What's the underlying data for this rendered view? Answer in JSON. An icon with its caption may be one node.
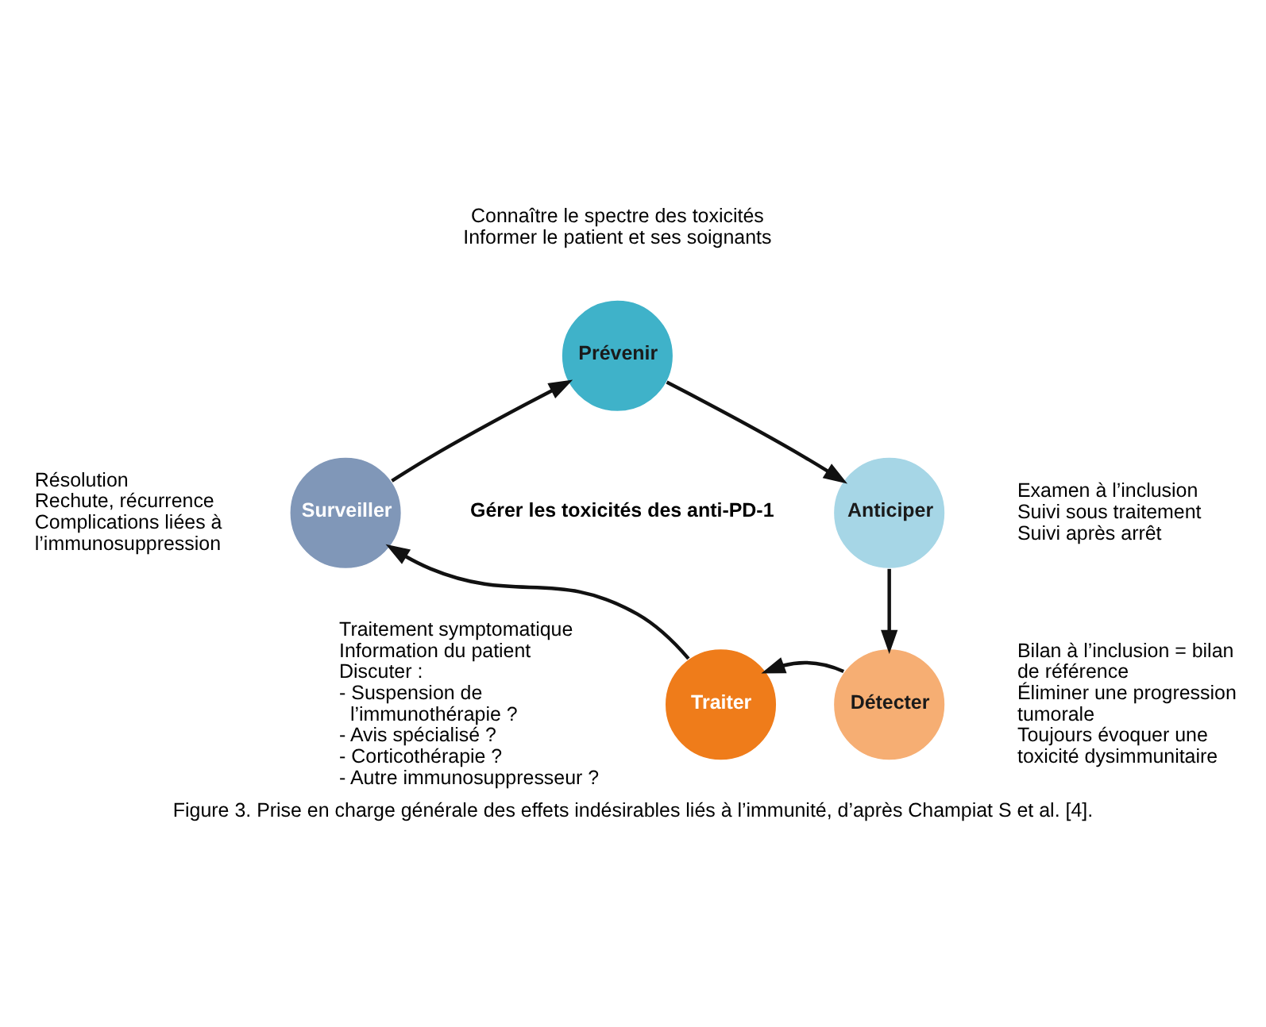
{
  "diagram": {
    "caption": "Figure 3. Prise en charge générale des effets indésirables liés à l’immunité, d’après Champiat S et al. [4].",
    "nodes": [
      {
        "text": [
          "Prévenir"
        ],
        "beside": [
          "Connaître le spectre des toxicités",
          "Informer le patient et ses soignants"
        ]
      },
      {
        "text": [
          "Anticiper"
        ],
        "beside": [
          "Examen à l’inclusion",
          "Suivi sous traitement",
          "Suivi après arrêt"
        ]
      },
      {
        "text": [
          "Détecter"
        ],
        "beside": [
          "Bilan à l’inclusion = bilan de référence",
          "Éliminer une progression tumorale",
          "Toujours évoquer une toxicité dysimmunitaire"
        ]
      },
      {
        "text": [
          "Traiter"
        ],
        "beside": [
          "Traitement symptomatique",
          "Information du patient",
          "Discuter :",
          "- Suspension de l’immunothérapie ?",
          "- Avis spécialisé ?",
          "- Corticothérapie ?",
          "- Autre immunosuppresseur ?"
        ]
      },
      {
        "text": [
          "Surveiller"
        ],
        "beside": [
          "Résolution",
          "Rechute, récurrence",
          "Complications liées à l’immunosuppression"
        ]
      }
    ],
    "edges": [
      {
        "from": 0,
        "to": 1,
        "arrow": "to"
      },
      {
        "from": 1,
        "to": 2,
        "arrow": "to"
      },
      {
        "from": 2,
        "to": 3,
        "arrow": "to"
      },
      {
        "from": 3,
        "to": 4,
        "arrow": "to"
      },
      {
        "from": 4,
        "to": 0,
        "arrow": "to"
      }
    ],
    "labels": [
      "Gérer les toxicités des anti-PD-1"
    ]
  }
}
